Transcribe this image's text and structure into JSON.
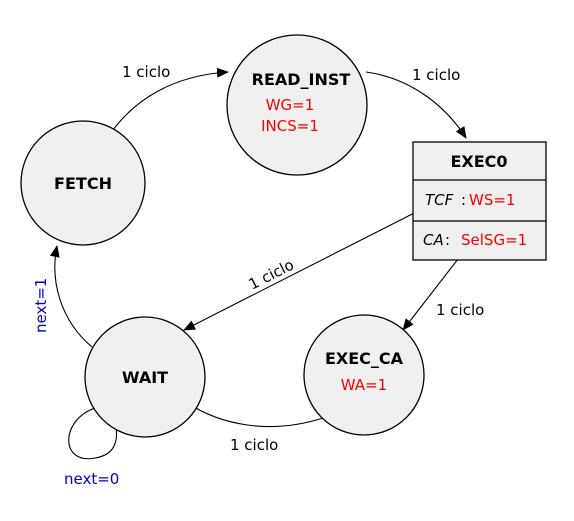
{
  "states": {
    "fetch": {
      "name": "FETCH"
    },
    "read_inst": {
      "name": "READ_INST",
      "outputs": [
        "WG=1",
        "INCS=1"
      ]
    },
    "exec0": {
      "name": "EXEC0",
      "rows": [
        {
          "cond": "TCF",
          "sep": ":",
          "out": "WS=1"
        },
        {
          "cond": "CA",
          "sep": ":",
          "out": "SelSG=1"
        }
      ]
    },
    "exec_ca": {
      "name": "EXEC_CA",
      "outputs": [
        "WA=1"
      ]
    },
    "wait": {
      "name": "WAIT"
    }
  },
  "transitions": {
    "fetch_to_read": "1 ciclo",
    "read_to_exec0": "1 ciclo",
    "exec0_to_wait": "1 ciclo",
    "exec0_to_execca": "1 ciclo",
    "execca_to_wait": "1 ciclo",
    "wait_to_fetch": "next=1",
    "wait_self": "next=0"
  },
  "colors": {
    "state_fill": "#f0f0f0",
    "output_text": "#ff0000",
    "condition_text": "#0000cc"
  }
}
